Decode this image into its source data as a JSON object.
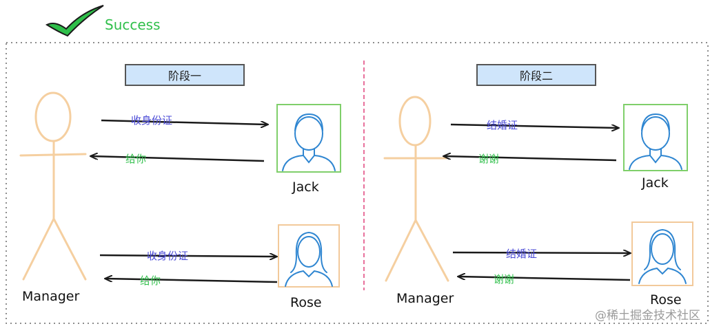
{
  "header": {
    "status_text": "Success",
    "status_color": "#2fbf4a",
    "icon": "check-icon"
  },
  "phase1": {
    "title": "阶段一",
    "manager_label": "Manager",
    "jack_label": "Jack",
    "rose_label": "Rose",
    "msg_jack_to": "收身份证",
    "msg_jack_back": "给你",
    "msg_rose_to": "收身份证",
    "msg_rose_back": "给你"
  },
  "phase2": {
    "title": "阶段二",
    "manager_label": "Manager",
    "jack_label": "Jack",
    "rose_label": "Rose",
    "msg_jack_to": "结婚证",
    "msg_jack_back": "谢谢",
    "msg_rose_to": "结婚证",
    "msg_rose_back": "谢谢"
  },
  "watermark": "@稀土掘金技术社区",
  "colors": {
    "request": "#4a4ad6",
    "response": "#2fbf4a",
    "stick_figure": "#f5cfa0",
    "jack_frame": "#7fcf6a",
    "rose_frame": "#f2c99a",
    "avatar": "#2f86d1",
    "divider": "#e0407a",
    "phase_box": "#cfe5fb"
  }
}
